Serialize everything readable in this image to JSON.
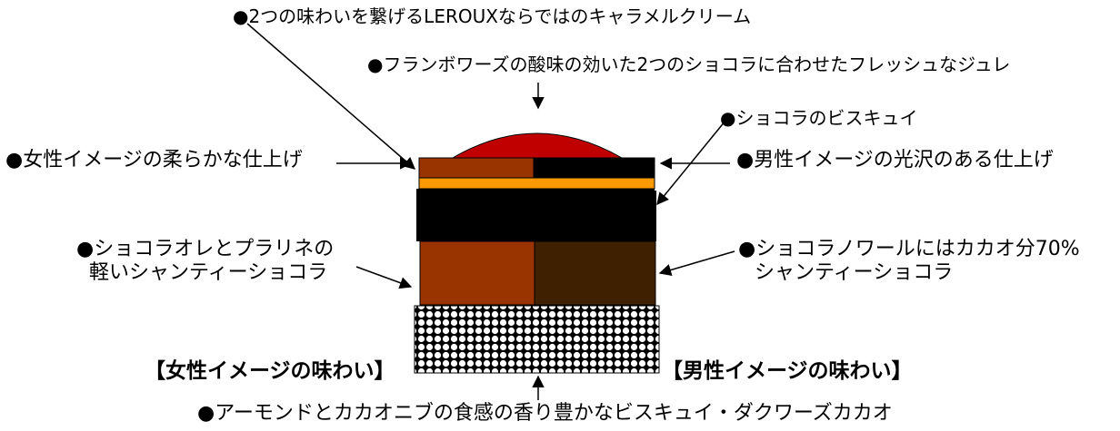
{
  "labels": {
    "caramel": "●2つの味わいを繋げるLEROUXならではのキャラメルクリーム",
    "jelly": "●フランボワーズの酸味の効いた2つのショコラに合わせたフレッシュなジュレ",
    "biscuit_choco": "●ショコラのビスキュイ",
    "female_finish": "●女性イメージの柔らかな仕上げ",
    "male_finish": "●男性イメージの光沢のある仕上げ",
    "chantilly_left_1": "●ショコラオレとプラリネの",
    "chantilly_left_2": "軽いシャンティーショコラ",
    "chantilly_right_1": "●ショコラノワールにはカカオ分70%",
    "chantilly_right_2": "シャンティーショコラ",
    "female_taste": "【女性イメージの味わい】",
    "male_taste": "【男性イメージの味わい】",
    "base": "●アーモンドとカカオニブの食感の香り豊かなビスキュイ・ダクワーズカカオ"
  },
  "colors": {
    "jelly_dome": "#c00000",
    "female_glaze": "#993300",
    "male_glaze": "#000000",
    "caramel": "#ff9900",
    "biscuit": "#000000",
    "chantilly_left": "#993300",
    "chantilly_right": "#3f2000",
    "base_dots": "#ffffff",
    "base_bg": "#000000"
  }
}
